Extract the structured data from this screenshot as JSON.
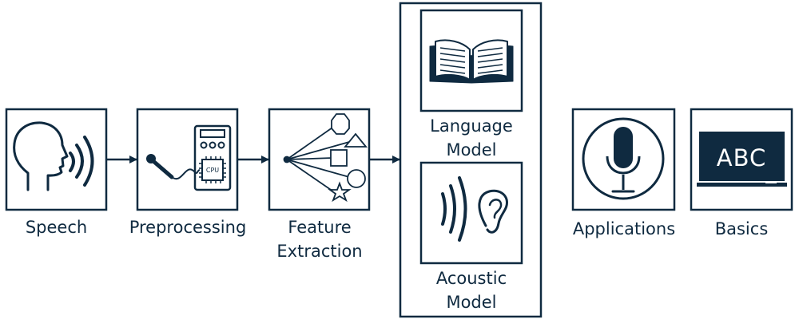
{
  "stages": [
    {
      "label": "Speech"
    },
    {
      "label": "Preprocessing"
    },
    {
      "label": "Feature Extraction",
      "lines": [
        "Feature",
        "Extraction"
      ]
    },
    {
      "label": "Language Model",
      "lines": [
        "Language",
        "Model"
      ]
    },
    {
      "label": "Acoustic Model",
      "lines": [
        "Acoustic",
        "Model"
      ]
    },
    {
      "label": "Applications"
    },
    {
      "label": "Basics"
    }
  ],
  "chip_text": "CPU",
  "chalkboard_text": "ABC",
  "colors": {
    "stroke": "#0f2a40",
    "chalkboard": "#0f2a40",
    "chalk": "#ffffff",
    "background": "#ffffff"
  },
  "icons": [
    "head-speaking-icon",
    "microphone-processor-icon",
    "feature-shapes-icon",
    "open-book-icon",
    "sound-ear-icon",
    "microphone-icon",
    "chalkboard-icon"
  ]
}
